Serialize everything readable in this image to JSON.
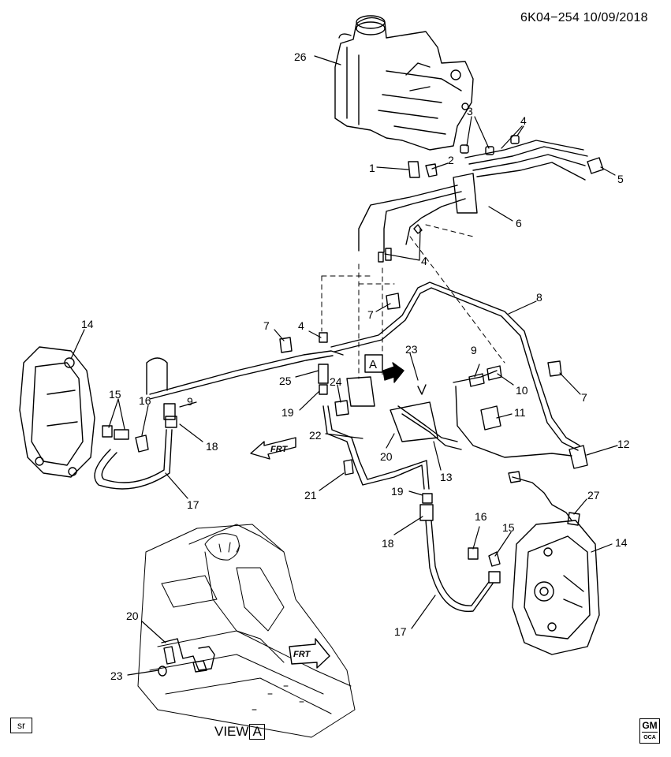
{
  "header": {
    "code": "6K04−254  10/09/2018"
  },
  "footer": {
    "sr_label": "sr",
    "view_word": "VIEW",
    "view_letter": "A"
  },
  "logo": {
    "brand": "GM",
    "sub": "OCA"
  },
  "direction_markers": {
    "main": "FRT",
    "inset": "FRT",
    "view_ref": "A"
  },
  "callouts": [
    {
      "id": "c1",
      "text": "1"
    },
    {
      "id": "c2",
      "text": "2"
    },
    {
      "id": "c3",
      "text": "3"
    },
    {
      "id": "c4a",
      "text": "4"
    },
    {
      "id": "c5",
      "text": "5"
    },
    {
      "id": "c6",
      "text": "6"
    },
    {
      "id": "c4b",
      "text": "4"
    },
    {
      "id": "c8",
      "text": "8"
    },
    {
      "id": "c7a",
      "text": "7"
    },
    {
      "id": "c7b",
      "text": "7"
    },
    {
      "id": "c4c",
      "text": "4"
    },
    {
      "id": "c14a",
      "text": "14"
    },
    {
      "id": "c23a",
      "text": "23"
    },
    {
      "id": "c9a",
      "text": "9"
    },
    {
      "id": "c10",
      "text": "10"
    },
    {
      "id": "c7c",
      "text": "7"
    },
    {
      "id": "c25",
      "text": "25"
    },
    {
      "id": "c24",
      "text": "24"
    },
    {
      "id": "c15a",
      "text": "15"
    },
    {
      "id": "c16a",
      "text": "16"
    },
    {
      "id": "c9b",
      "text": "9"
    },
    {
      "id": "c19a",
      "text": "19"
    },
    {
      "id": "c11",
      "text": "11"
    },
    {
      "id": "c18a",
      "text": "18"
    },
    {
      "id": "c22",
      "text": "22"
    },
    {
      "id": "c12",
      "text": "12"
    },
    {
      "id": "c20a",
      "text": "20"
    },
    {
      "id": "c13",
      "text": "13"
    },
    {
      "id": "c21",
      "text": "21"
    },
    {
      "id": "c17a",
      "text": "17"
    },
    {
      "id": "c19b",
      "text": "19"
    },
    {
      "id": "c27",
      "text": "27"
    },
    {
      "id": "c16b",
      "text": "16"
    },
    {
      "id": "c15b",
      "text": "15"
    },
    {
      "id": "c18b",
      "text": "18"
    },
    {
      "id": "c14b",
      "text": "14"
    },
    {
      "id": "c17b",
      "text": "17"
    },
    {
      "id": "c20b",
      "text": "20"
    },
    {
      "id": "c23b",
      "text": "23"
    },
    {
      "id": "c26",
      "text": "26"
    }
  ]
}
